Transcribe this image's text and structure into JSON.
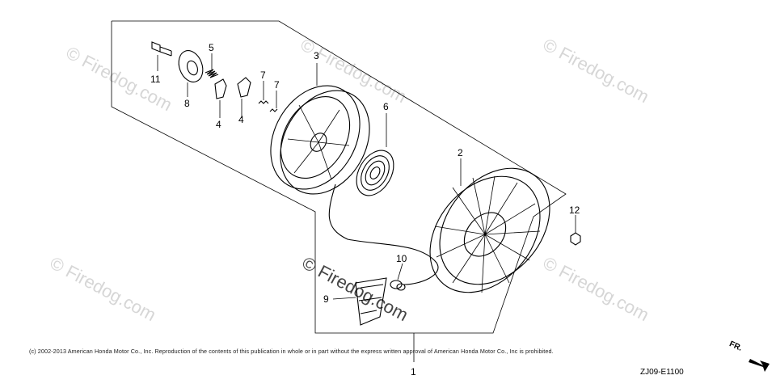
{
  "watermark": "© Firedog.com",
  "callouts": {
    "c1": "1",
    "c2": "2",
    "c3": "3",
    "c4a": "4",
    "c4b": "4",
    "c5": "5",
    "c6": "6",
    "c7a": "7",
    "c7b": "7",
    "c8": "8",
    "c9": "9",
    "c10": "10",
    "c11": "11",
    "c12": "12"
  },
  "copyright": "(c) 2002-2013 American Honda Motor Co., Inc. Reproduction of the contents of this publication in whole or in part without the express written approval of American Honda Motor Co., Inc is prohibited.",
  "diagram_code": "ZJ09-E1100",
  "direction_label": "FR."
}
